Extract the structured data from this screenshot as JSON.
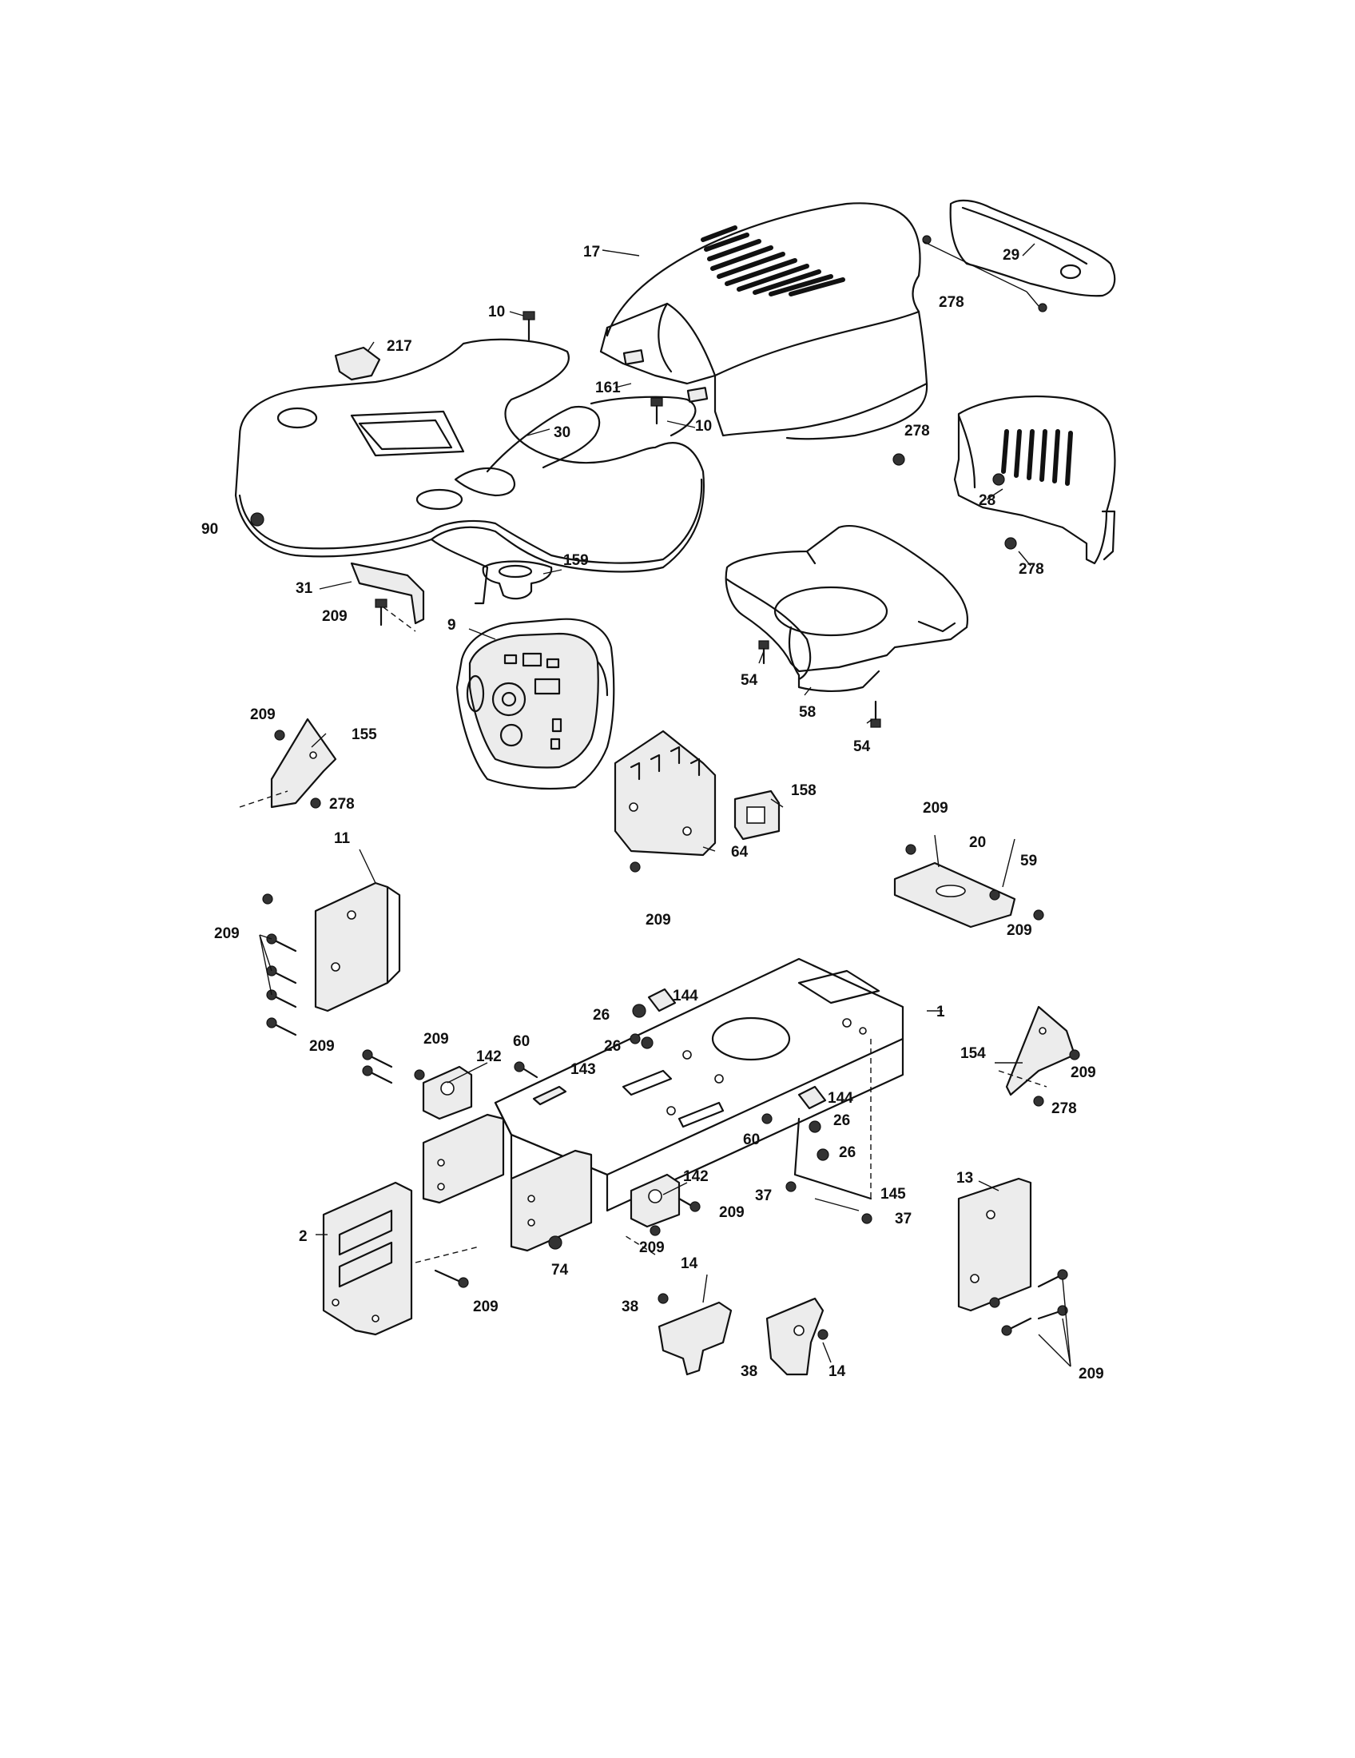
{
  "callouts": {
    "c1": "1",
    "c2": "2",
    "c9": "9",
    "c10a": "10",
    "c10b": "10",
    "c11": "11",
    "c13": "13",
    "c14a": "14",
    "c14b": "14",
    "c17": "17",
    "c20": "20",
    "c26a": "26",
    "c26b": "26",
    "c26c": "26",
    "c26d": "26",
    "c28": "28",
    "c29": "29",
    "c30": "30",
    "c31": "31",
    "c37a": "37",
    "c37b": "37",
    "c38a": "38",
    "c38b": "38",
    "c54a": "54",
    "c54b": "54",
    "c58": "58",
    "c59": "59",
    "c60a": "60",
    "c60b": "60",
    "c64": "64",
    "c74": "74",
    "c90": "90",
    "c142a": "142",
    "c142b": "142",
    "c143": "143",
    "c144a": "144",
    "c144b": "144",
    "c145": "145",
    "c154": "154",
    "c155": "155",
    "c158": "158",
    "c159": "159",
    "c161": "161",
    "c217": "217",
    "c209a": "209",
    "c209b": "209",
    "c209c": "209",
    "c209d": "209",
    "c209e": "209",
    "c209f": "209",
    "c209g": "209",
    "c209h": "209",
    "c209i": "209",
    "c209j": "209",
    "c209k": "209",
    "c209l": "209",
    "c209m": "209",
    "c278a": "278",
    "c278b": "278",
    "c278c": "278",
    "c278d": "278",
    "c278e": "278"
  }
}
